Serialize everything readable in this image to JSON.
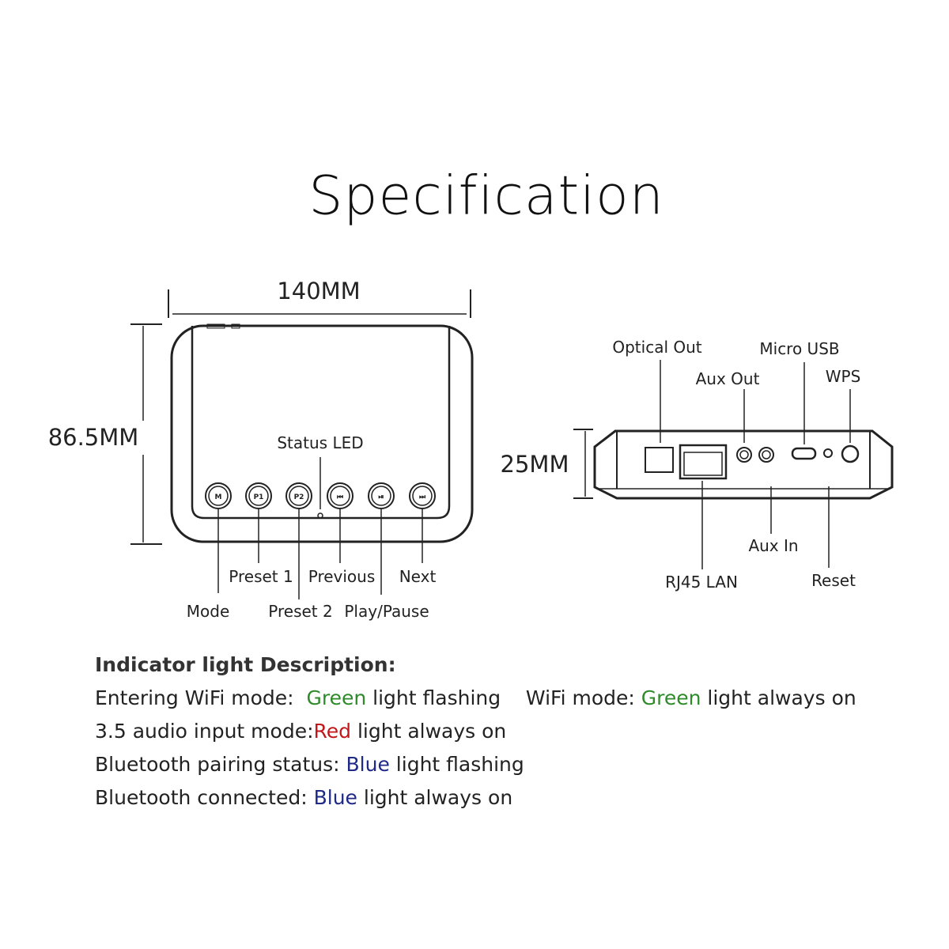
{
  "title": "Specification",
  "front_view": {
    "width_label": "140MM",
    "height_label": "86.5MM",
    "status_led_label": "Status LED",
    "buttons": [
      {
        "glyph": "M",
        "label": "Mode"
      },
      {
        "glyph": "P1",
        "label": "Preset 1"
      },
      {
        "glyph": "P2",
        "label": "Preset 2"
      },
      {
        "glyph": "⏮",
        "label": "Previous"
      },
      {
        "glyph": "⏯",
        "label": "Play/Pause"
      },
      {
        "glyph": "⏭",
        "label": "Next"
      }
    ]
  },
  "rear_view": {
    "height_label": "25MM",
    "ports": {
      "optical_out": "Optical Out",
      "aux_out": "Aux Out",
      "micro_usb": "Micro USB",
      "wps": "WPS",
      "aux_in": "Aux In",
      "rj45": "RJ45 LAN",
      "reset": "Reset"
    }
  },
  "description": {
    "heading": "Indicator light Description:",
    "lines": [
      {
        "a": "Entering WiFi mode:  ",
        "c1": "Green",
        "b": " light flashing    WiFi mode: ",
        "c2": "Green",
        "d": " light always on"
      },
      {
        "a": "3.5 audio input mode:",
        "c1": "Red",
        "b": " light always on"
      },
      {
        "a": "Bluetooth pairing status: ",
        "c1": "Blue",
        "b": " light flashing"
      },
      {
        "a": "Bluetooth connected: ",
        "c1": "Blue",
        "b": " light always on"
      }
    ],
    "colors": {
      "green": "#2f8a2a",
      "red": "#c0181c",
      "blue": "#1e2a86"
    }
  }
}
